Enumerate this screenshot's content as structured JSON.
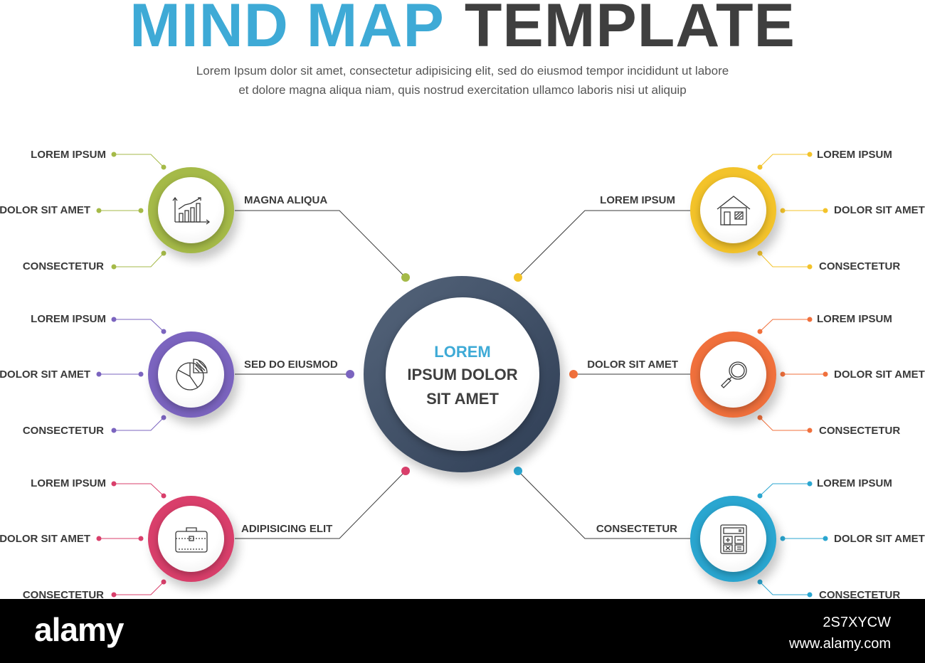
{
  "header": {
    "title_part1": "MIND MAP",
    "title_part2": "TEMPLATE",
    "subtitle_line1": "Lorem Ipsum dolor sit amet, consectetur adipisicing elit, sed do eiusmod tempor incididunt ut labore",
    "subtitle_line2": "et dolore magna aliqua niam, quis nostrud exercitation ullamco laboris nisi ut aliquip"
  },
  "center": {
    "line1": "LOREM",
    "line2": "IPSUM DOLOR",
    "line3": "SIT AMET"
  },
  "nodes": {
    "tl": {
      "label": "MAGNA ALIQUA",
      "color": "#a5ba48",
      "icon": "bar-chart-icon",
      "items": [
        "LOREM IPSUM",
        "DOLOR SIT AMET",
        "CONSECTETUR"
      ]
    },
    "ml": {
      "label": "SED DO EIUSMOD",
      "color": "#7b64bf",
      "icon": "pie-chart-icon",
      "items": [
        "LOREM IPSUM",
        "DOLOR SIT AMET",
        "CONSECTETUR"
      ]
    },
    "bl": {
      "label": "ADIPISICING ELIT",
      "color": "#d93f6b",
      "icon": "briefcase-icon",
      "items": [
        "LOREM IPSUM",
        "DOLOR SIT AMET",
        "CONSECTETUR"
      ]
    },
    "tr": {
      "label": "LOREM IPSUM",
      "color": "#f3c32a",
      "icon": "house-icon",
      "items": [
        "LOREM IPSUM",
        "DOLOR SIT AMET",
        "CONSECTETUR"
      ]
    },
    "mr": {
      "label": "DOLOR SIT AMET",
      "color": "#f0703c",
      "icon": "magnifier-icon",
      "items": [
        "LOREM IPSUM",
        "DOLOR SIT AMET",
        "CONSECTETUR"
      ]
    },
    "br": {
      "label": "CONSECTETUR",
      "color": "#2aa6d0",
      "icon": "calculator-icon",
      "items": [
        "LOREM IPSUM",
        "DOLOR SIT AMET",
        "CONSECTETUR"
      ]
    }
  },
  "footer": {
    "logo": "alamy",
    "image_id": "2S7XYCW",
    "site": "www.alamy.com"
  }
}
